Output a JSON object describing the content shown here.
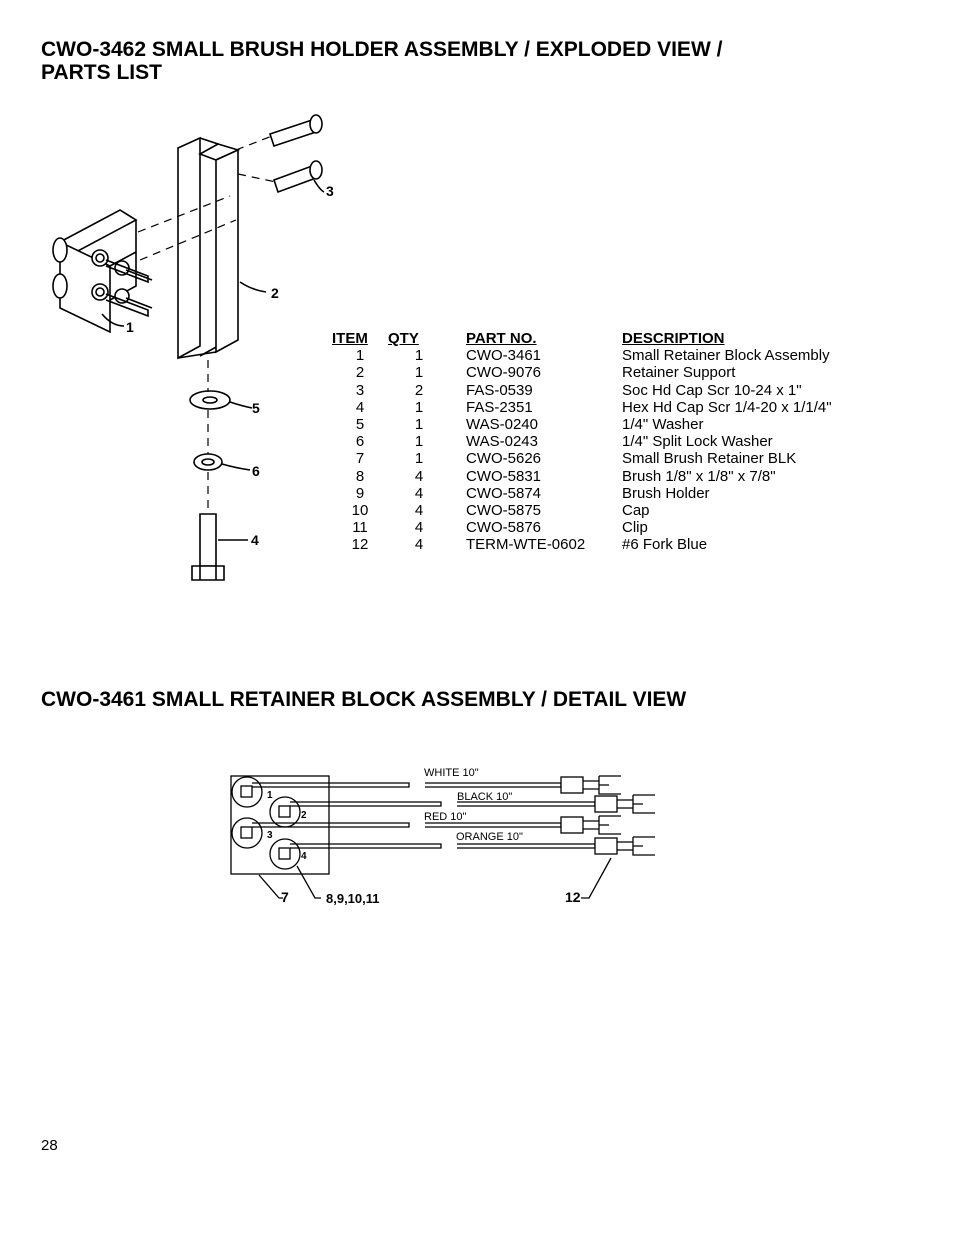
{
  "header": {
    "title_line1": "CWO-3462 SMALL BRUSH HOLDER ASSEMBLY / EXPLODED VIEW /",
    "title_line2": "PARTS LIST"
  },
  "exploded_view": {
    "callouts": [
      "1",
      "2",
      "3",
      "4",
      "5",
      "6"
    ]
  },
  "parts_table": {
    "headers": [
      "ITEM",
      "QTY",
      "PART NO.",
      "DESCRIPTION"
    ],
    "rows": [
      [
        "1",
        "1",
        "CWO-3461",
        "Small Retainer Block Assembly"
      ],
      [
        "2",
        "1",
        "CWO-9076",
        "Retainer Support"
      ],
      [
        "3",
        "2",
        "FAS-0539",
        "Soc Hd Cap Scr 10-24 x 1\""
      ],
      [
        "4",
        "1",
        "FAS-2351",
        "Hex Hd Cap Scr 1/4-20 x 1/1/4\""
      ],
      [
        "5",
        "1",
        "WAS-0240",
        "1/4\" Washer"
      ],
      [
        "6",
        "1",
        "WAS-0243",
        "1/4\" Split Lock Washer"
      ],
      [
        "7",
        "1",
        "CWO-5626",
        "Small Brush Retainer BLK"
      ],
      [
        "8",
        "4",
        "CWO-5831",
        "Brush 1/8\" x 1/8\" x 7/8\""
      ],
      [
        "9",
        "4",
        "CWO-5874",
        "Brush Holder"
      ],
      [
        "10",
        "4",
        "CWO-5875",
        "Cap"
      ],
      [
        "11",
        "4",
        "CWO-5876",
        "Clip"
      ],
      [
        "12",
        "4",
        "TERM-WTE-0602",
        "#6 Fork Blue"
      ]
    ]
  },
  "detail": {
    "title": "CWO-3461 SMALL RETAINER BLOCK ASSEMBLY /  DETAIL VIEW",
    "wires": [
      "WHITE 10\"",
      "BLACK 10\"",
      "RED 10\"",
      "ORANGE 10\""
    ],
    "holder_numbers": [
      "1",
      "2",
      "3",
      "4"
    ],
    "callouts": {
      "block": "7",
      "holders": "8,9,10,11",
      "terminals": "12"
    }
  },
  "footer": {
    "page_number": "28"
  }
}
